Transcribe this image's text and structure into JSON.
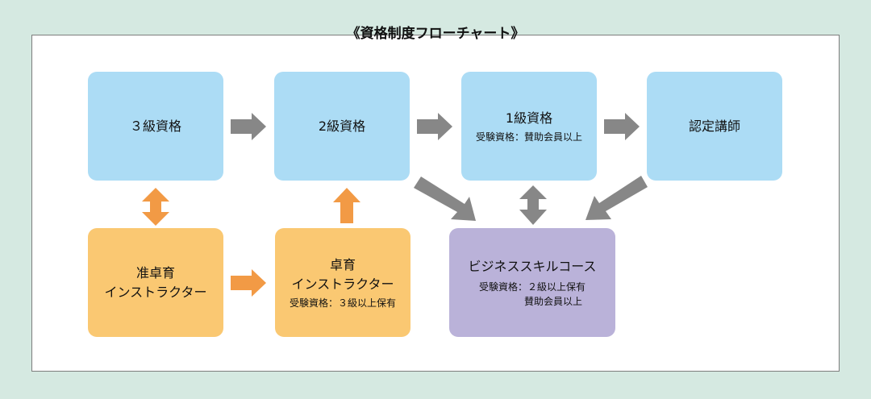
{
  "title": "《資格制度フローチャート》",
  "colors": {
    "background": "#d5e9e1",
    "panel_border": "#7d7d7d",
    "qualification_box": "#acdcf5",
    "instructor_box": "#fac872",
    "business_box": "#bab2d9",
    "gray_arrow": "#878787",
    "orange_arrow": "#f29a45"
  },
  "nodes": {
    "grade3": {
      "label": "３級資格"
    },
    "grade2": {
      "label": "2級資格"
    },
    "grade1": {
      "label": "1級資格",
      "requirement": "受験資格：賛助会員以上"
    },
    "certified_instructor": {
      "label": "認定講師"
    },
    "assoc_instructor": {
      "label_line1": "准卓育",
      "label_line2": "インストラクター"
    },
    "instructor": {
      "label_line1": "卓育",
      "label_line2": "インストラクター",
      "requirement": "受験資格：３級以上保有"
    },
    "business_course": {
      "label": "ビジネススキルコース",
      "requirement_line1": "受験資格：２級以上保有",
      "requirement_line2": "賛助会員以上"
    }
  },
  "edges": [
    {
      "from": "grade3",
      "to": "grade2",
      "type": "one-way",
      "color": "gray"
    },
    {
      "from": "grade2",
      "to": "grade1",
      "type": "one-way",
      "color": "gray"
    },
    {
      "from": "grade1",
      "to": "certified_instructor",
      "type": "one-way",
      "color": "gray"
    },
    {
      "from": "grade3",
      "to": "assoc_instructor",
      "type": "two-way",
      "color": "orange"
    },
    {
      "from": "assoc_instructor",
      "to": "instructor",
      "type": "one-way",
      "color": "orange"
    },
    {
      "from": "instructor",
      "to": "grade2",
      "type": "one-way",
      "color": "orange"
    },
    {
      "from": "grade2",
      "to": "business_course",
      "type": "one-way",
      "color": "gray"
    },
    {
      "from": "grade1",
      "to": "business_course",
      "type": "two-way",
      "color": "gray"
    },
    {
      "from": "certified_instructor",
      "to": "business_course",
      "type": "one-way",
      "color": "gray"
    }
  ]
}
